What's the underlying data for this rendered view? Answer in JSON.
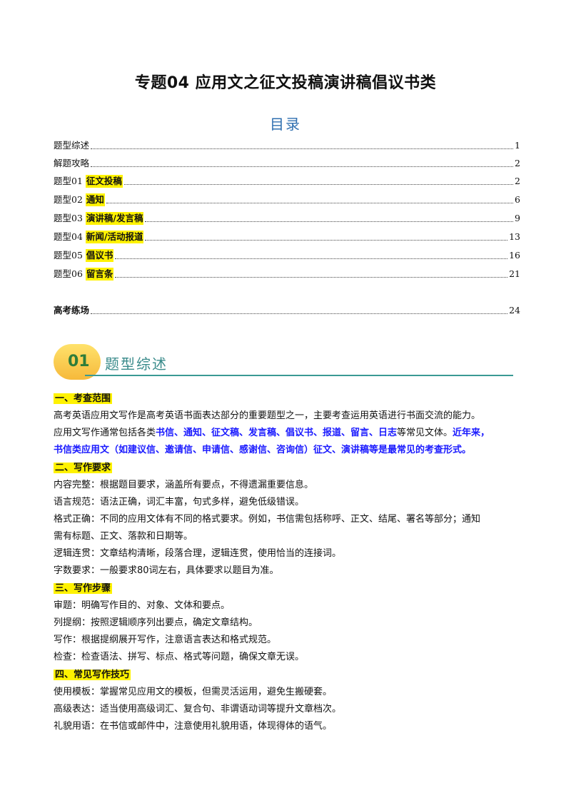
{
  "title": "专题04    应用文之征文投稿演讲稿倡议书类",
  "toc_heading": "目录",
  "toc": [
    {
      "label": "题型综述",
      "hl": "",
      "page": "1"
    },
    {
      "label": "解题攻略",
      "hl": "",
      "page": "2"
    },
    {
      "label": "题型01",
      "hl": "征文投稿",
      "page": "2"
    },
    {
      "label": "题型02",
      "hl": "通知",
      "page": "6"
    },
    {
      "label": "题型03",
      "hl": "演讲稿/发言稿",
      "page": "9"
    },
    {
      "label": "题型04",
      "hl": "新闻/活动报道",
      "page": "13"
    },
    {
      "label": "题型05",
      "hl": "倡议书",
      "page": "16"
    },
    {
      "label": "题型06",
      "hl": "留言条",
      "page": "21"
    }
  ],
  "toc_practice": {
    "label": "高考练场",
    "page": "24"
  },
  "banner": {
    "number": "01",
    "text": "题型综述"
  },
  "sections": {
    "s1": {
      "heading": "一、考查范围",
      "p1": "高考英语应用文写作是高考英语书面表达部分的重要题型之一，主要考查运用英语进行书面交流的能力。",
      "p2_a": "应用文写作通常包括各类",
      "p2_b": "书信、通知、征文稿、发言稿、倡议书、报道、留言、日志",
      "p2_c": "等常见文体。",
      "p2_d": "近年来，",
      "p3": "书信类应用文（如建议信、邀请信、申请信、感谢信、咨询信）征文、演讲稿等是最常见的考查形式。"
    },
    "s2": {
      "heading": "二、写作要求",
      "lines": [
        "内容完整：根据题目要求，涵盖所有要点，不得遗漏重要信息。",
        "语言规范：语法正确，词汇丰富，句式多样，避免低级错误。",
        "格式正确：不同的应用文体有不同的格式要求。例如，书信需包括称呼、正文、结尾、署名等部分；通知",
        "需有标题、正文、落款和日期等。",
        "逻辑连贯：文章结构清晰，段落合理，逻辑连贯，使用恰当的连接词。",
        "字数要求：一般要求80词左右，具体要求以题目为准。"
      ]
    },
    "s3": {
      "heading": "三、写作步骤",
      "lines": [
        "审题：明确写作目的、对象、文体和要点。",
        "列提纲：按照逻辑顺序列出要点，确定文章结构。",
        "写作：根据提纲展开写作，注意语言表达和格式规范。",
        "检查：检查语法、拼写、标点、格式等问题，确保文章无误。"
      ]
    },
    "s4": {
      "heading": "四、常见写作技巧",
      "lines": [
        "使用模板：掌握常见应用文的模板，但需灵活运用，避免生搬硬套。",
        "高级表达：适当使用高级词汇、复合句、非谓语动词等提升文章档次。",
        "礼貌用语：在书信或邮件中，注意使用礼貌用语，体现得体的语气。"
      ]
    }
  }
}
